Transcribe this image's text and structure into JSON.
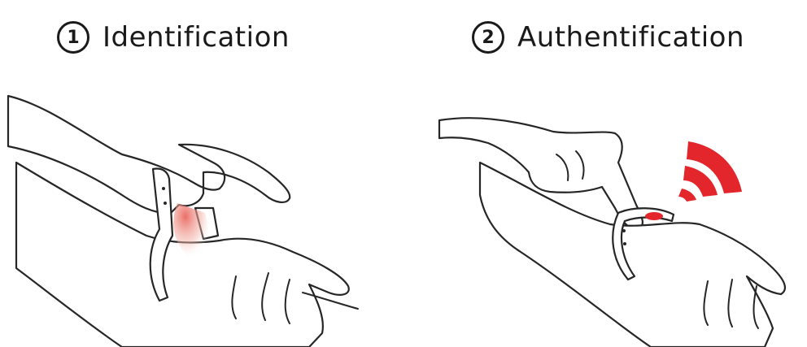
{
  "steps": [
    {
      "number": "1",
      "label": "Identification"
    },
    {
      "number": "2",
      "label": "Authentification"
    }
  ],
  "colors": {
    "accent": "#e3262b",
    "ink": "#262626",
    "glow": "#f2b3a8"
  },
  "icons": [
    "wristband-icon",
    "wifi-signal-icon",
    "nfc-glow-icon"
  ]
}
